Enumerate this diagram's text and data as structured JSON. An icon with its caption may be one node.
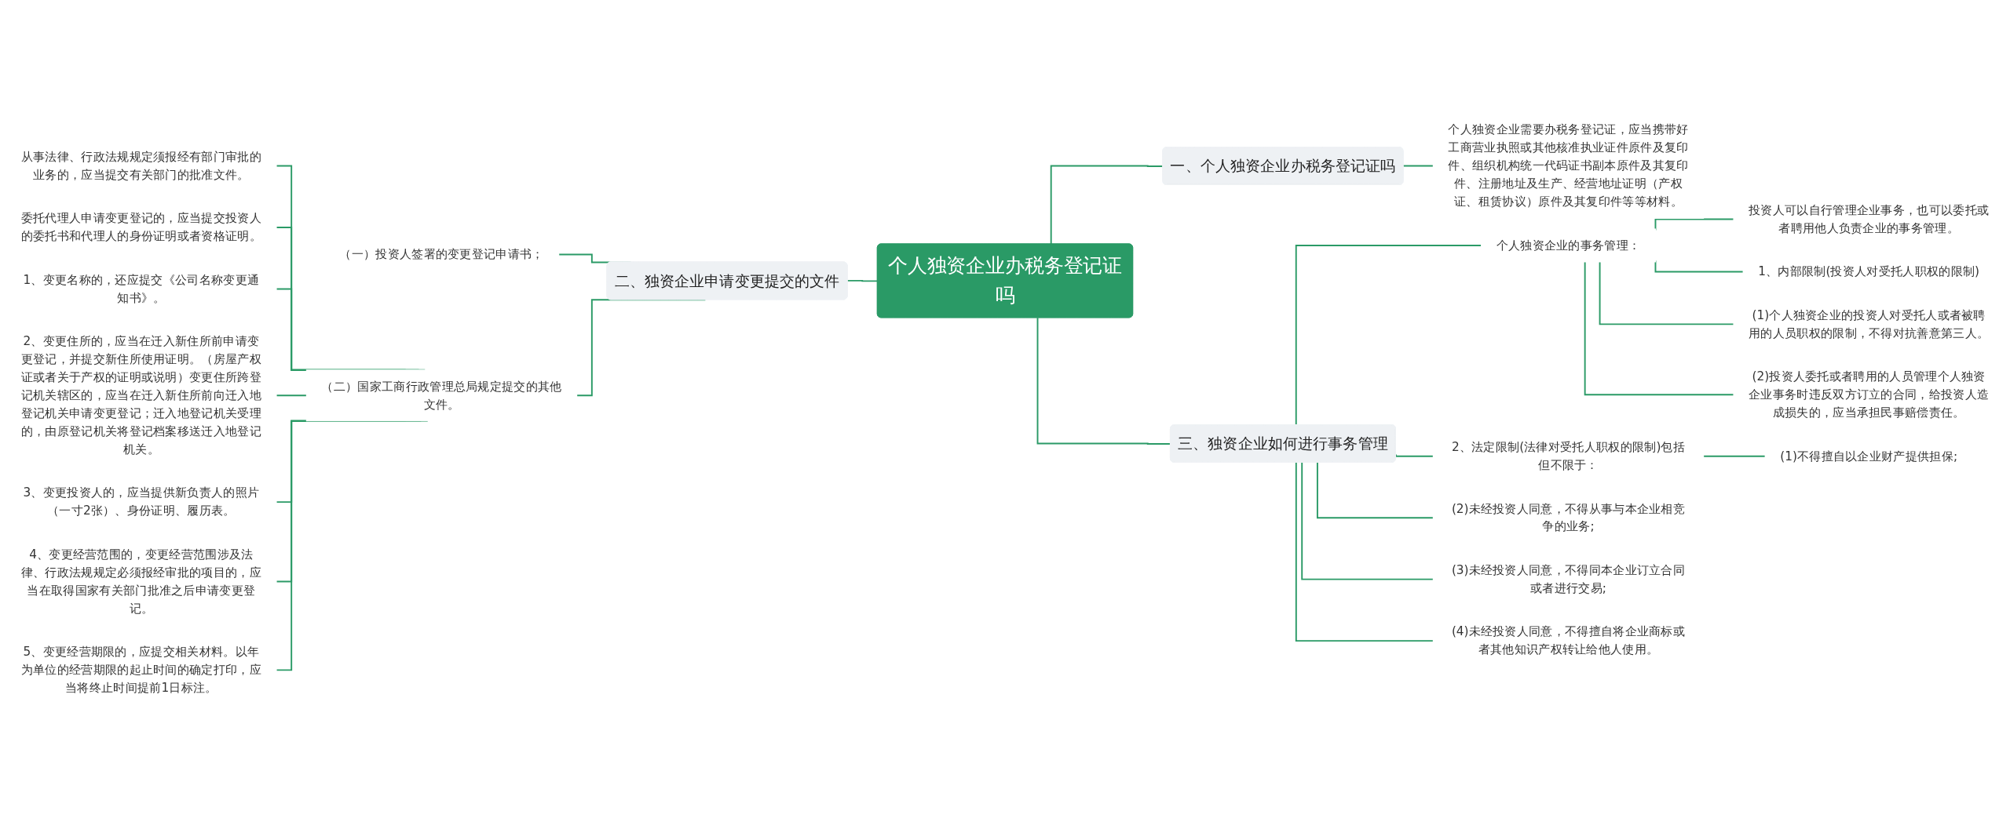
{
  "diagram": {
    "nodes": [
      {
        "text": [
          "个人独资企业办税务登记证吗"
        ]
      },
      {
        "text": [
          "一、个人独资企业办税务登记证吗"
        ]
      },
      {
        "text": [
          "个人独资企业需要办税务登记证，应当携带好工商营业执照或其他核准执业证件原件及复印件、组织机构统一代码证书副本原件及其复印件、注册地址及生产、经营地址证明（产权证、租赁协议）原件及其复印件等等材料。"
        ]
      },
      {
        "text": [
          "三、独资企业如何进行事务管理"
        ]
      },
      {
        "text": [
          "个人独资企业的事务管理："
        ]
      },
      {
        "text": [
          "投资人可以自行管理企业事务，也可以委托或者聘用他人负责企业的事务管理。"
        ]
      },
      {
        "text": [
          "1、内部限制(投资人对受托人职权的限制)"
        ]
      },
      {
        "text": [
          "(1)个人独资企业的投资人对受托人或者被聘用的人员职权的限制，不得对抗善意第三人。"
        ]
      },
      {
        "text": [
          "(2)投资人委托或者聘用的人员管理个人独资企业事务时违反双方订立的合同，给投资人造成损失的，应当承担民事赔偿责任。"
        ]
      },
      {
        "text": [
          "2、法定限制(法律对受托人职权的限制)包括但不限于："
        ]
      },
      {
        "text": [
          "(1)不得擅自以企业财产提供担保;"
        ]
      },
      {
        "text": [
          "(2)未经投资人同意，不得从事与本企业相竞争的业务;"
        ]
      },
      {
        "text": [
          "(3)未经投资人同意，不得同本企业订立合同或者进行交易;"
        ]
      },
      {
        "text": [
          "(4)未经投资人同意，不得擅自将企业商标或者其他知识产权转让给他人使用。"
        ]
      },
      {
        "text": [
          "二、独资企业申请变更提交的文件"
        ]
      },
      {
        "text": [
          "（一）投资人签署的变更登记申请书；"
        ]
      },
      {
        "text": [
          "（二）国家工商行政管理总局规定提交的其他文件。"
        ]
      },
      {
        "text": [
          "从事法律、行政法规规定须报经有部门审批的业务的，应当提交有关部门的批准文件。"
        ]
      },
      {
        "text": [
          "委托代理人申请变更登记的，应当提交投资人的委托书和代理人的身份证明或者资格证明。"
        ]
      },
      {
        "text": [
          "1、变更名称的，还应提交《公司名称变更通知书》。"
        ]
      },
      {
        "text": [
          "2、变更住所的，应当在迁入新住所前申请变更登记，并提交新住所使用证明。（房屋产权证或者关于产权的证明或说明）变更住所跨登记机关辖区的，应当在迁入新住所前向迁入地登记机关申请变更登记；迁入地登记机关受理的，由原登记机关将登记档案移送迁入地登记机关。"
        ]
      },
      {
        "text": [
          "3、变更投资人的，应当提供新负责人的照片（一寸2张）、身份证明、履历表。"
        ]
      },
      {
        "text": [
          "4、变更经营范围的，变更经营范围涉及法律、行政法规规定必须报经审批的项目的，应当在取得国家有关部门批准之后申请变更登记。"
        ]
      },
      {
        "text": [
          "5、变更经营期限的，应提交相关材料。以年为单位的经营期限的起止时间的确定打印，应当将终止时间提前1日标注。"
        ]
      }
    ],
    "edges": [
      {
        "from": 0,
        "to": 1,
        "arrow": "none"
      },
      {
        "from": 1,
        "to": 2,
        "arrow": "none"
      },
      {
        "from": 0,
        "to": 3,
        "arrow": "none"
      },
      {
        "from": 3,
        "to": 4,
        "arrow": "none"
      },
      {
        "from": 4,
        "to": 5,
        "arrow": "none"
      },
      {
        "from": 4,
        "to": 6,
        "arrow": "none"
      },
      {
        "from": 4,
        "to": 7,
        "arrow": "none"
      },
      {
        "from": 4,
        "to": 8,
        "arrow": "none"
      },
      {
        "from": 3,
        "to": 9,
        "arrow": "none"
      },
      {
        "from": 9,
        "to": 10,
        "arrow": "none"
      },
      {
        "from": 3,
        "to": 11,
        "arrow": "none"
      },
      {
        "from": 3,
        "to": 12,
        "arrow": "none"
      },
      {
        "from": 3,
        "to": 13,
        "arrow": "none"
      },
      {
        "from": 14,
        "to": 0,
        "arrow": "none"
      },
      {
        "from": 15,
        "to": 14,
        "arrow": "none"
      },
      {
        "from": 16,
        "to": 14,
        "arrow": "none"
      },
      {
        "from": 17,
        "to": 16,
        "arrow": "none"
      },
      {
        "from": 18,
        "to": 16,
        "arrow": "none"
      },
      {
        "from": 19,
        "to": 16,
        "arrow": "none"
      },
      {
        "from": 20,
        "to": 16,
        "arrow": "none"
      },
      {
        "from": 21,
        "to": 16,
        "arrow": "none"
      },
      {
        "from": 22,
        "to": 16,
        "arrow": "none"
      },
      {
        "from": 23,
        "to": 16,
        "arrow": "none"
      }
    ]
  }
}
